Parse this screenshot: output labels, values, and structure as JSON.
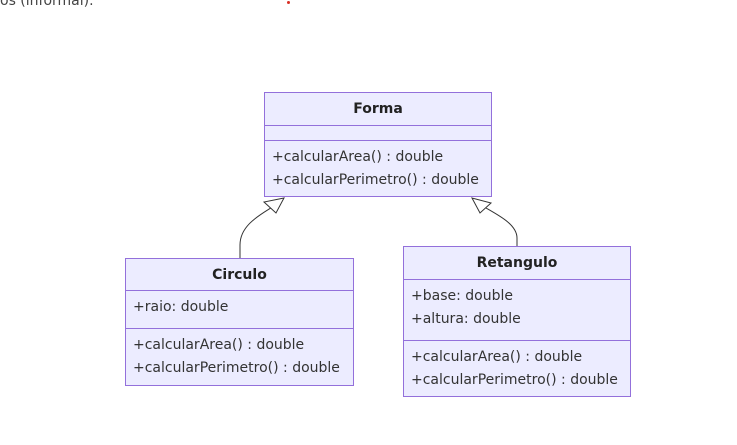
{
  "page": {
    "top_fragment": "os (informal)."
  },
  "colors": {
    "class_fill": "#ececff",
    "class_border": "#9370db",
    "relation_line": "#333333"
  },
  "classes": [
    {
      "name": "Forma",
      "attributes": [],
      "methods": [
        "+calcularArea() : double",
        "+calcularPerimetro() : double"
      ]
    },
    {
      "name": "Circulo",
      "attributes": [
        "+raio: double"
      ],
      "methods": [
        "+calcularArea() : double",
        "+calcularPerimetro() : double"
      ]
    },
    {
      "name": "Retangulo",
      "attributes": [
        "+base: double",
        "+altura: double"
      ],
      "methods": [
        "+calcularArea() : double",
        "+calcularPerimetro() : double"
      ]
    }
  ],
  "relations": [
    {
      "type": "inheritance",
      "from": "Circulo",
      "to": "Forma"
    },
    {
      "type": "inheritance",
      "from": "Retangulo",
      "to": "Forma"
    }
  ]
}
